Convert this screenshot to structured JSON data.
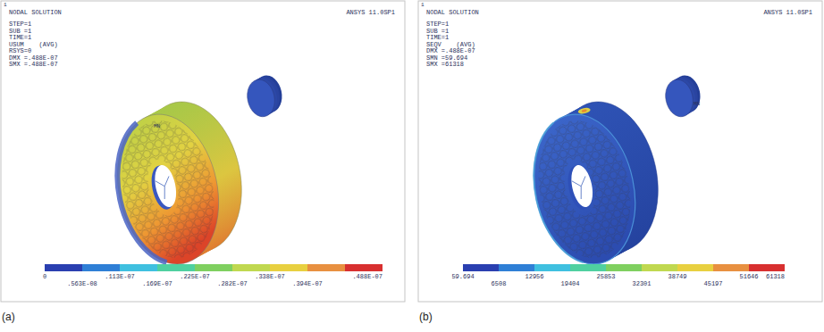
{
  "diagram": {
    "labels": [
      "1",
      "NODAL SOLUTION",
      "ANSYS 11.0SP1",
      "STEP=1",
      "SUB =1",
      "TIME=1",
      "USUM    (AVG)",
      "RSYS=0",
      "DMX =.488E-07",
      "SMX =.488E-07",
      "MN",
      "0",
      ".563E-08",
      ".113E-07",
      ".169E-07",
      ".225E-07",
      ".282E-07",
      ".338E-07",
      ".394E-07",
      ".488E-07",
      "(a)",
      "1",
      "NODAL SOLUTION",
      "ANSYS 11.0SP1",
      "STEP=1",
      "SUB =1",
      "TIME=1",
      "SEQV    (AVG)",
      "DMX =.488E-07",
      "SMN =59.694",
      "SMX =61318",
      "MN",
      "59.694",
      "6508",
      "12956",
      "19404",
      "25853",
      "32301",
      "38749",
      "45197",
      "51646",
      "61318",
      "(b)"
    ]
  }
}
